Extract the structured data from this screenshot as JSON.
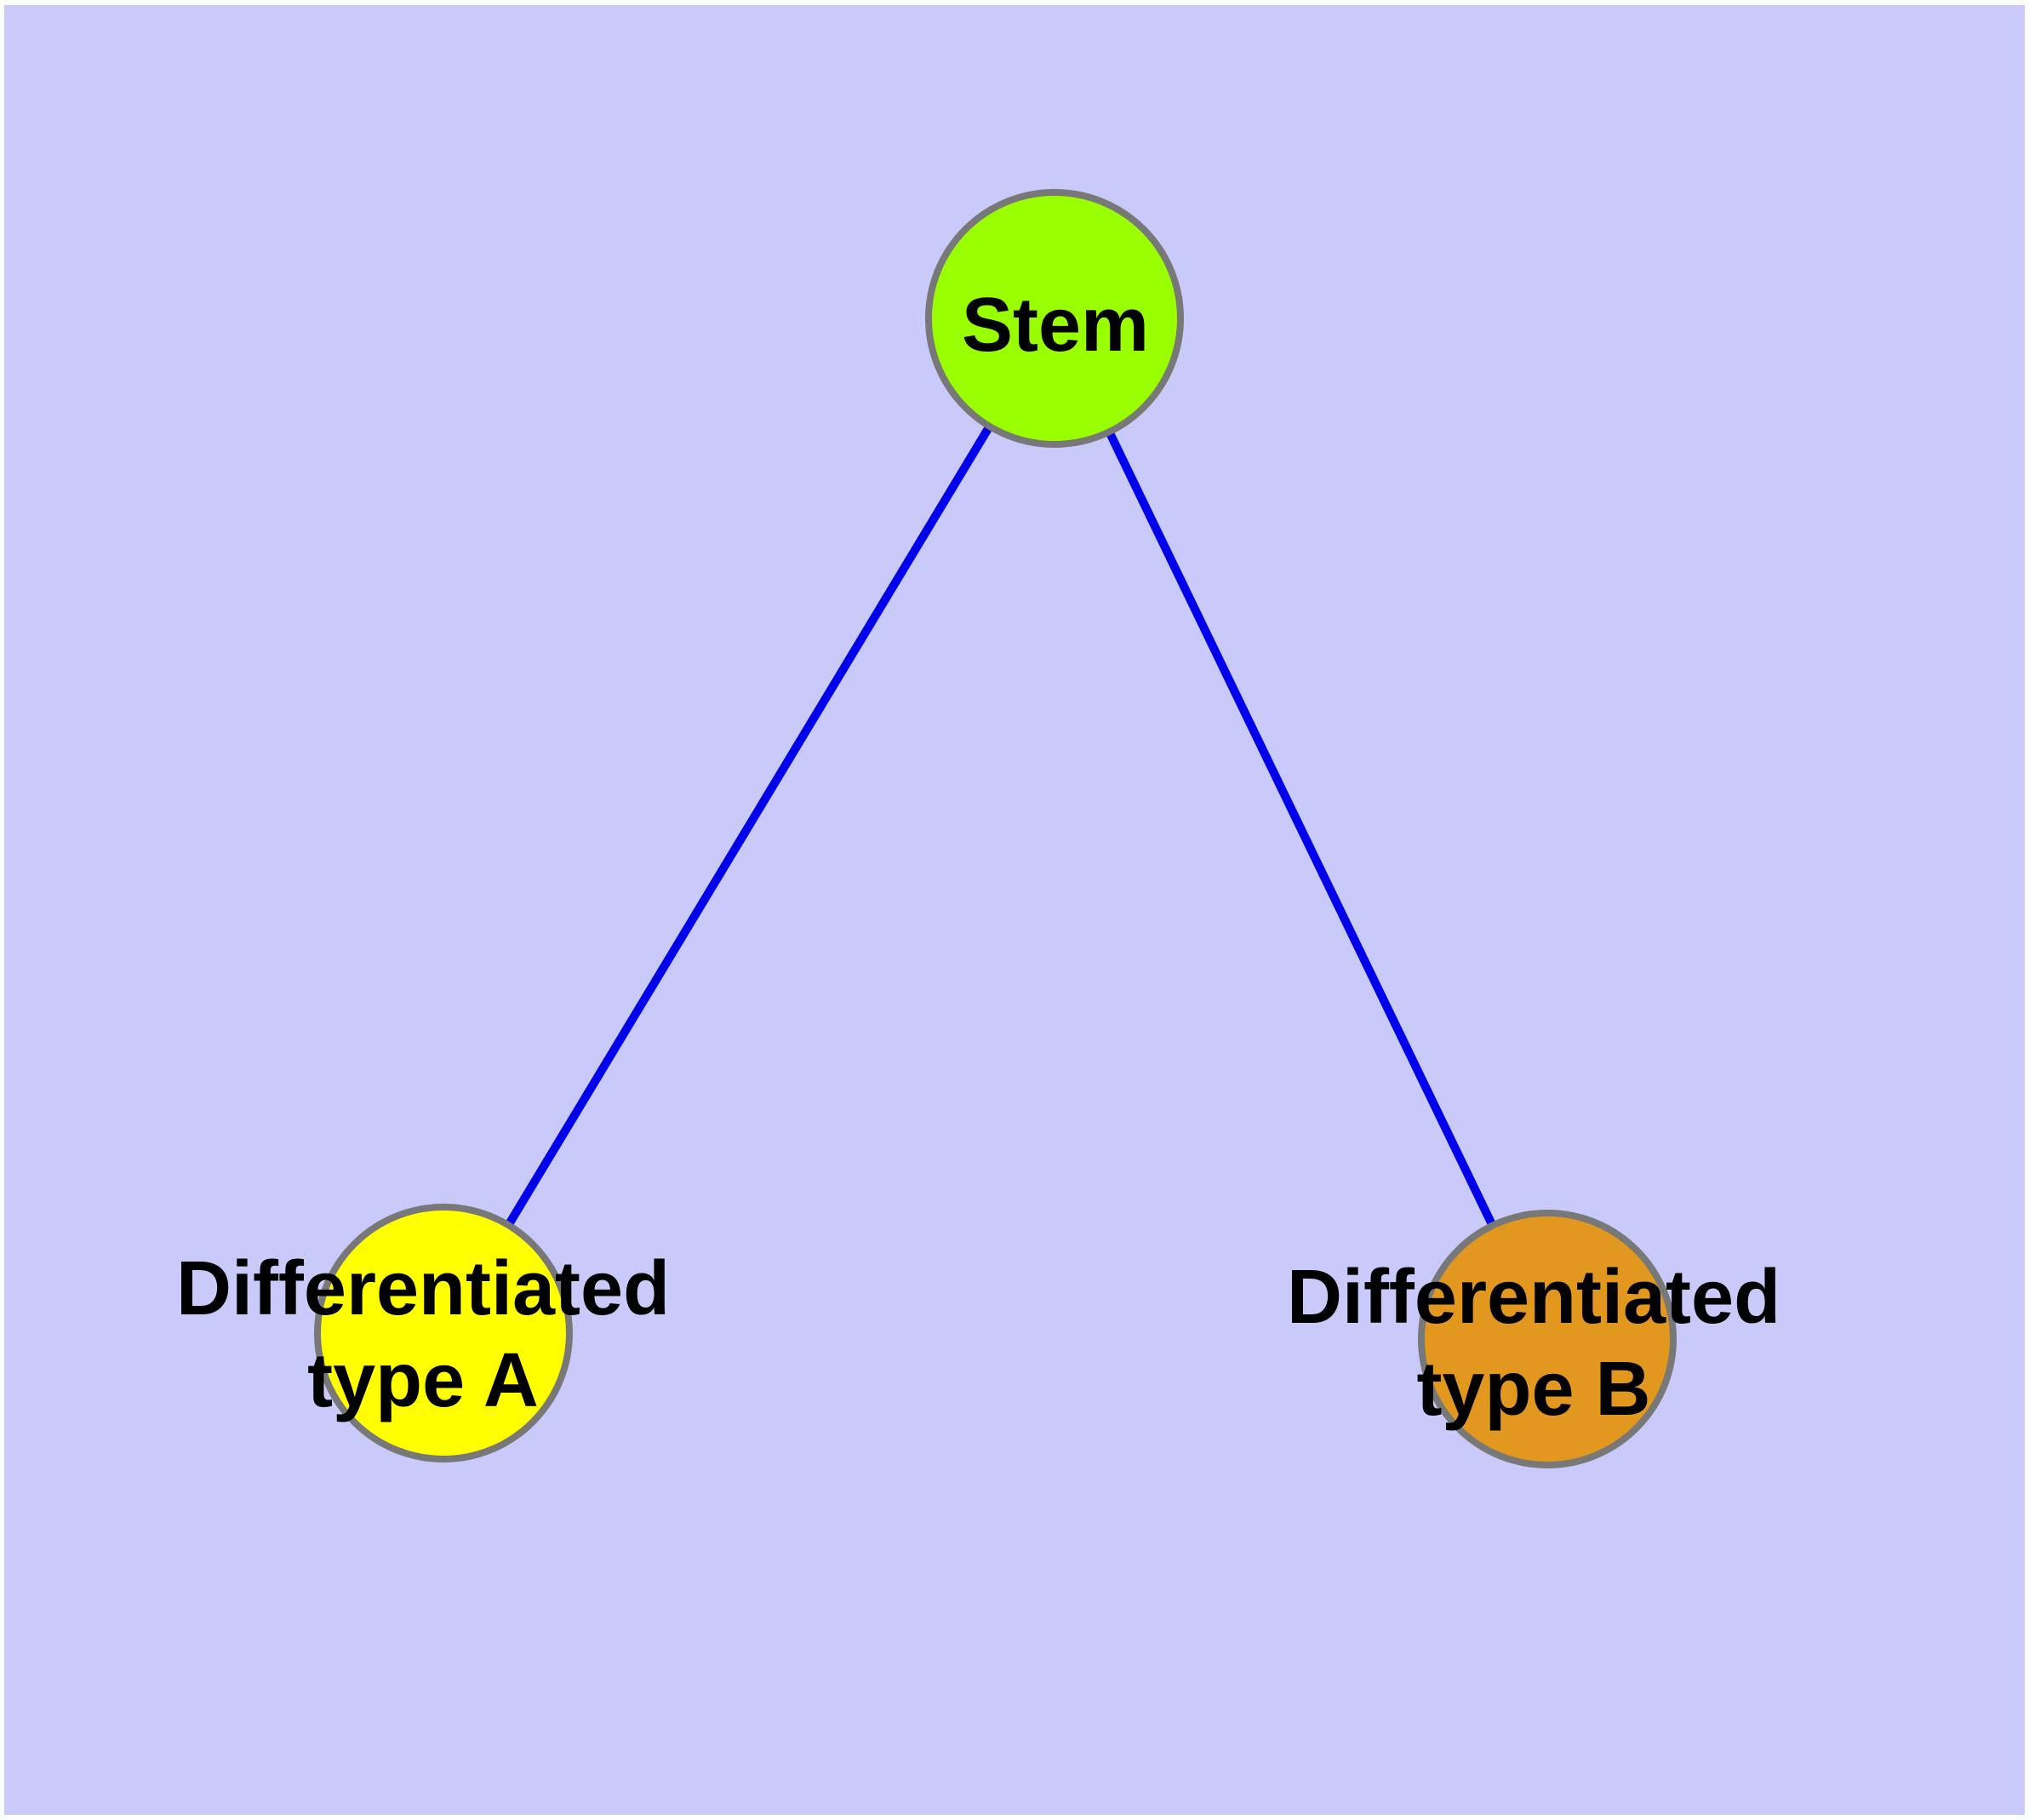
{
  "diagram": {
    "type": "graph",
    "background_color": "#c9c9fa",
    "margin_color": "#fefefe",
    "node_border_color": "#787878",
    "edge_color": "#0000eb",
    "label_color": "#000000",
    "nodes": [
      {
        "id": "stem",
        "label_lines": [
          "Stem"
        ],
        "color": "#99ff00"
      },
      {
        "id": "type-a",
        "label_lines": [
          "Differentiated",
          "type A"
        ],
        "color": "#ffff00"
      },
      {
        "id": "type-b",
        "label_lines": [
          "Differentiated",
          "type B"
        ],
        "color": "#e2981f"
      }
    ],
    "edges": [
      {
        "from": "Stem",
        "to": "Differentiated type A"
      },
      {
        "from": "Stem",
        "to": "Differentiated type B"
      }
    ]
  }
}
